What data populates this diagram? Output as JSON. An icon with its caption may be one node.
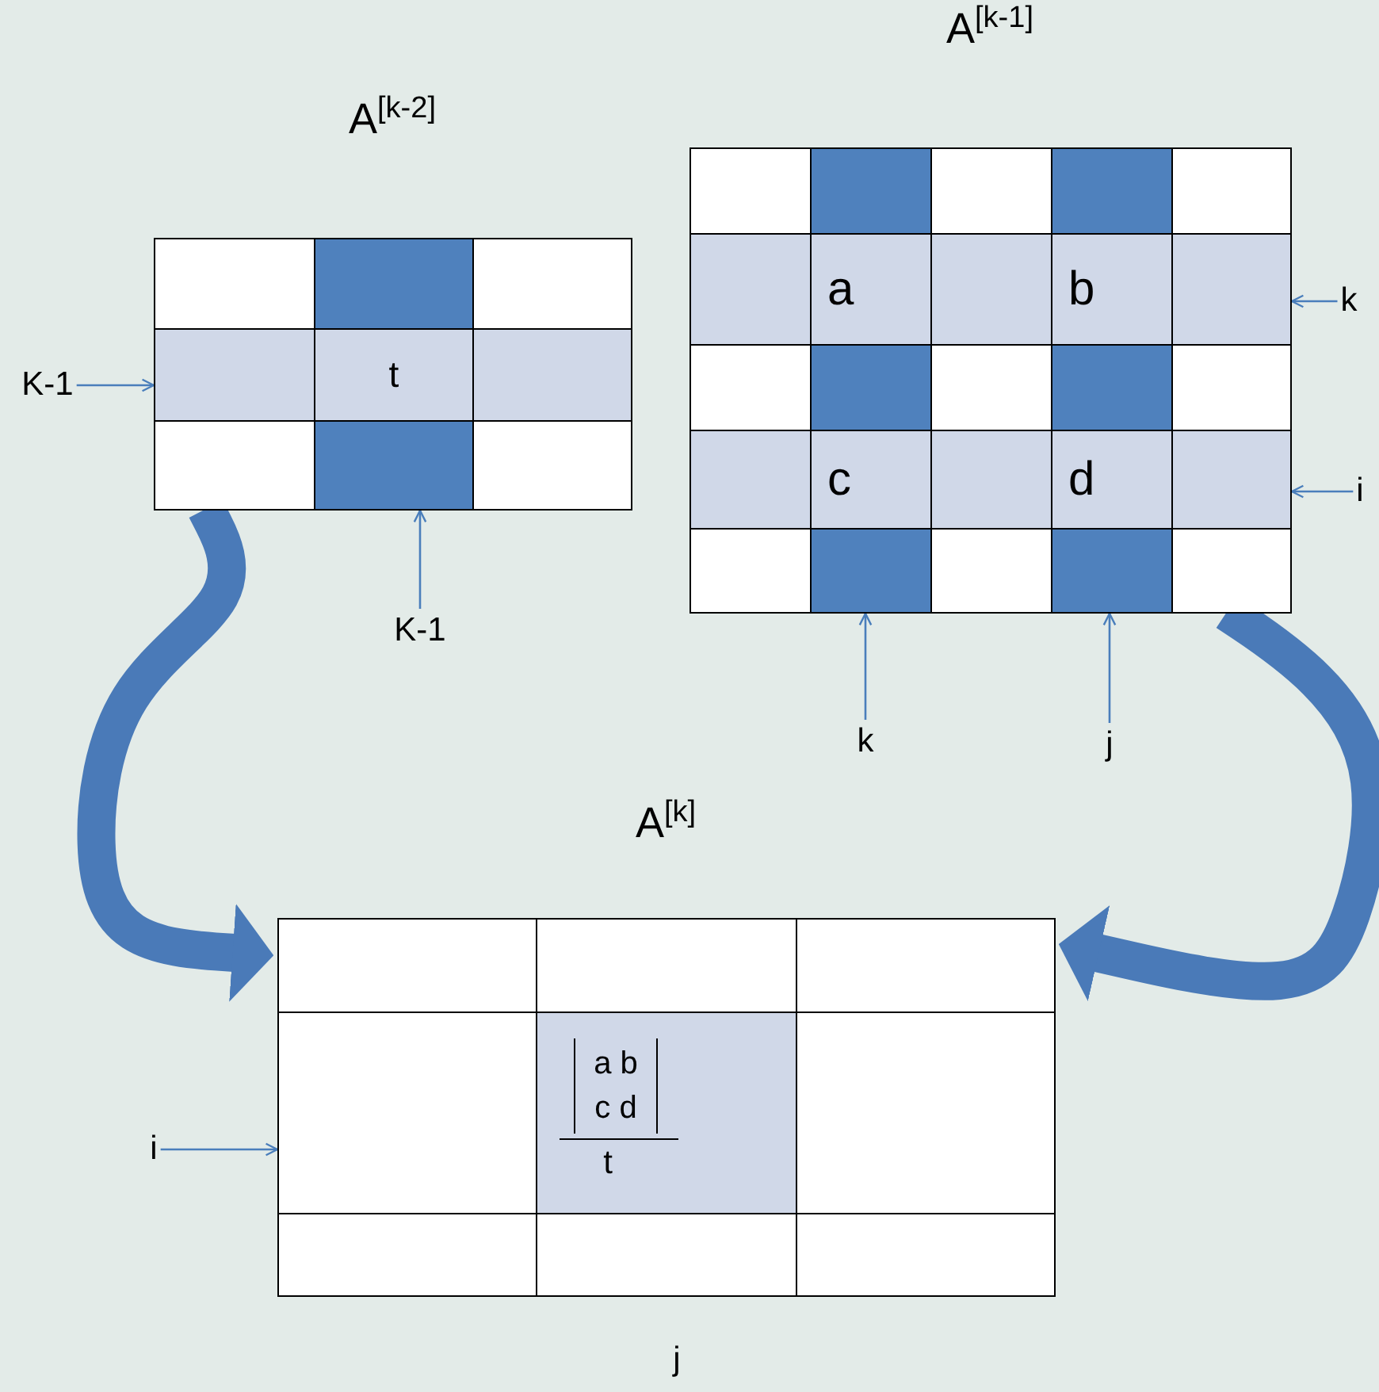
{
  "diagram": {
    "nodes": [
      {
        "text": [
          "A$^{[k-2]}$"
        ]
      },
      {
        "text": [],
        "shape": "box",
        "in": 0
      },
      {
        "text": [],
        "shape": "box",
        "in": 0
      },
      {
        "text": [],
        "shape": "box",
        "in": 0
      },
      {
        "text": [],
        "shape": "box",
        "in": 0
      },
      {
        "text": [
          "t"
        ],
        "in": 0
      },
      {
        "text": [],
        "shape": "box",
        "in": 0
      },
      {
        "text": [],
        "shape": "box",
        "in": 0
      },
      {
        "text": [],
        "shape": "box",
        "in": 0
      },
      {
        "text": [],
        "shape": "box",
        "in": 0
      },
      {
        "text": [
          "A$^{[k-1]}$"
        ]
      },
      {
        "text": [],
        "shape": "box",
        "in": 10
      },
      {
        "text": [],
        "shape": "box",
        "in": 10
      },
      {
        "text": [],
        "shape": "box",
        "in": 10
      },
      {
        "text": [],
        "shape": "box",
        "in": 10
      },
      {
        "text": [],
        "shape": "box",
        "in": 10
      },
      {
        "text": [],
        "shape": "box",
        "in": 10
      },
      {
        "text": [
          "a"
        ],
        "in": 10
      },
      {
        "text": [],
        "shape": "box",
        "in": 10
      },
      {
        "text": [
          "b"
        ],
        "in": 10
      },
      {
        "text": [],
        "shape": "box",
        "in": 10
      },
      {
        "text": [],
        "shape": "box",
        "in": 10
      },
      {
        "text": [],
        "shape": "box",
        "in": 10
      },
      {
        "text": [],
        "shape": "box",
        "in": 10
      },
      {
        "text": [],
        "shape": "box",
        "in": 10
      },
      {
        "text": [],
        "shape": "box",
        "in": 10
      },
      {
        "text": [],
        "shape": "box",
        "in": 10
      },
      {
        "text": [
          "c"
        ],
        "in": 10
      },
      {
        "text": [],
        "shape": "box",
        "in": 10
      },
      {
        "text": [
          "d"
        ],
        "in": 10
      },
      {
        "text": [],
        "shape": "box",
        "in": 10
      },
      {
        "text": [],
        "shape": "box",
        "in": 10
      },
      {
        "text": [],
        "shape": "box",
        "in": 10
      },
      {
        "text": [],
        "shape": "box",
        "in": 10
      },
      {
        "text": [],
        "shape": "box",
        "in": 10
      },
      {
        "text": [],
        "shape": "box",
        "in": 10
      },
      {
        "text": [
          "A$^{[k]}$"
        ]
      },
      {
        "text": [],
        "shape": "box",
        "in": 36
      },
      {
        "text": [],
        "shape": "box",
        "in": 36
      },
      {
        "text": [],
        "shape": "box",
        "in": 36
      },
      {
        "text": [],
        "shape": "box",
        "in": 36
      },
      {
        "text": [
          "a b",
          "c d",
          "t"
        ],
        "in": 36
      },
      {
        "text": [],
        "shape": "box",
        "in": 36
      },
      {
        "text": [],
        "shape": "box",
        "in": 36
      },
      {
        "text": [],
        "shape": "box",
        "in": 36
      },
      {
        "text": [],
        "shape": "box",
        "in": 36
      },
      {
        "text": [
          "K-1"
        ]
      },
      {
        "text": [
          "K-1"
        ]
      },
      {
        "text": [
          "k"
        ]
      },
      {
        "text": [
          "i"
        ]
      },
      {
        "text": [
          "k"
        ]
      },
      {
        "text": [
          "j"
        ]
      },
      {
        "text": [
          "i"
        ]
      }
    ],
    "edges": [
      {
        "from": 46,
        "to": 4,
        "arrow": "to"
      },
      {
        "from": 47,
        "to": 8,
        "arrow": "to"
      },
      {
        "from": 48,
        "to": 20,
        "arrow": "to"
      },
      {
        "from": 49,
        "to": 30,
        "arrow": "to"
      },
      {
        "from": 50,
        "to": 32,
        "arrow": "to"
      },
      {
        "from": 51,
        "to": 34,
        "arrow": "to"
      },
      {
        "from": 52,
        "to": 40,
        "arrow": "to"
      },
      {
        "from": 0,
        "to": 36,
        "arrow": "to",
        "style": "thick"
      },
      {
        "from": 10,
        "to": 36,
        "arrow": "to",
        "style": "thick"
      }
    ],
    "labels": [
      "j"
    ]
  }
}
